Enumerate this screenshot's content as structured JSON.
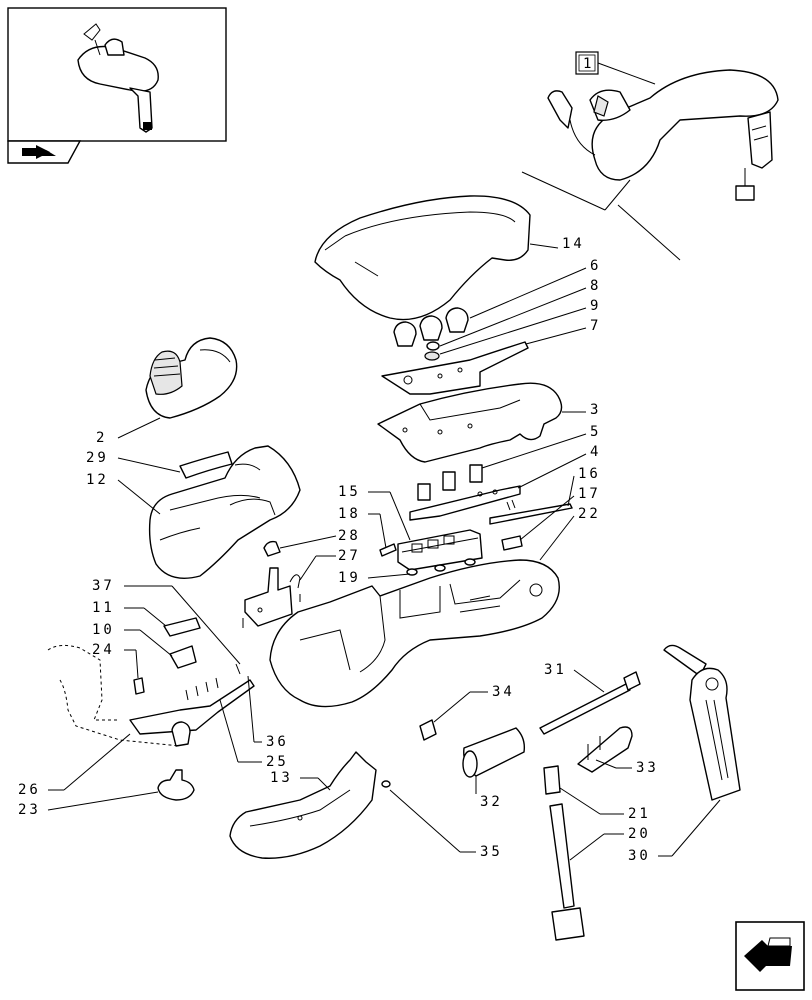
{
  "assembly_ref": "1",
  "callouts": [
    {
      "id": "c2",
      "text": "2"
    },
    {
      "id": "c29",
      "text": "29"
    },
    {
      "id": "c12",
      "text": "12"
    },
    {
      "id": "c14",
      "text": "14"
    },
    {
      "id": "c6",
      "text": "6"
    },
    {
      "id": "c8",
      "text": "8"
    },
    {
      "id": "c9",
      "text": "9"
    },
    {
      "id": "c7",
      "text": "7"
    },
    {
      "id": "c3",
      "text": "3"
    },
    {
      "id": "c5",
      "text": "5"
    },
    {
      "id": "c4",
      "text": "4"
    },
    {
      "id": "c16",
      "text": "16"
    },
    {
      "id": "c17",
      "text": "17"
    },
    {
      "id": "c22",
      "text": "22"
    },
    {
      "id": "c15",
      "text": "15"
    },
    {
      "id": "c18",
      "text": "18"
    },
    {
      "id": "c28",
      "text": "28"
    },
    {
      "id": "c27",
      "text": "27"
    },
    {
      "id": "c19",
      "text": "19"
    },
    {
      "id": "c37",
      "text": "37"
    },
    {
      "id": "c11",
      "text": "11"
    },
    {
      "id": "c10",
      "text": "10"
    },
    {
      "id": "c24",
      "text": "24"
    },
    {
      "id": "c36",
      "text": "36"
    },
    {
      "id": "c25",
      "text": "25"
    },
    {
      "id": "c26",
      "text": "26"
    },
    {
      "id": "c23",
      "text": "23"
    },
    {
      "id": "c13",
      "text": "13"
    },
    {
      "id": "c34",
      "text": "34"
    },
    {
      "id": "c31",
      "text": "31"
    },
    {
      "id": "c33",
      "text": "33"
    },
    {
      "id": "c32",
      "text": "32"
    },
    {
      "id": "c21",
      "text": "21"
    },
    {
      "id": "c20",
      "text": "20"
    },
    {
      "id": "c30",
      "text": "30"
    },
    {
      "id": "c35",
      "text": "35"
    }
  ],
  "icons": {
    "top_left_nav": "book-arrow-icon",
    "bottom_right_nav": "next-page-arrow-icon"
  }
}
